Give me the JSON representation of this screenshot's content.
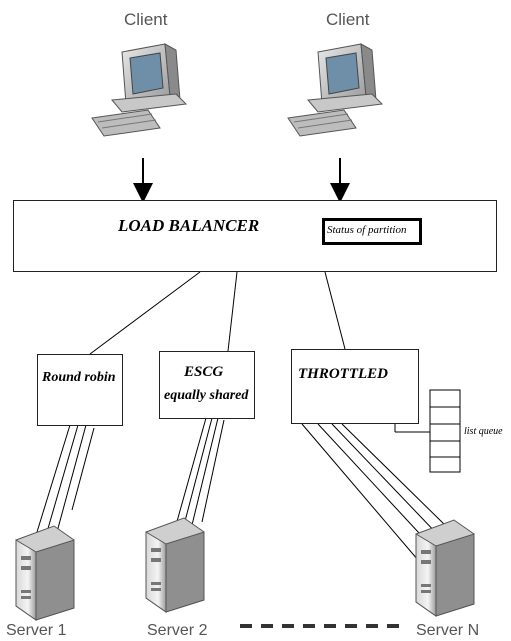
{
  "clients": [
    {
      "label": "Client",
      "icon": "computer-icon"
    },
    {
      "label": "Client",
      "icon": "computer-icon"
    }
  ],
  "load_balancer": {
    "title": "LOAD BALANCER",
    "status_label": "Status of partition"
  },
  "algorithms": [
    {
      "label": "Round robin"
    },
    {
      "label_line1": "ESCG",
      "label_line2": "equally shared"
    },
    {
      "label": "THROTTLED"
    }
  ],
  "queue": {
    "label": "list queue"
  },
  "servers": [
    {
      "label": "Server 1",
      "icon": "server-icon"
    },
    {
      "label": "Server 2",
      "icon": "server-icon"
    },
    {
      "label": "Server N",
      "icon": "server-icon"
    }
  ]
}
